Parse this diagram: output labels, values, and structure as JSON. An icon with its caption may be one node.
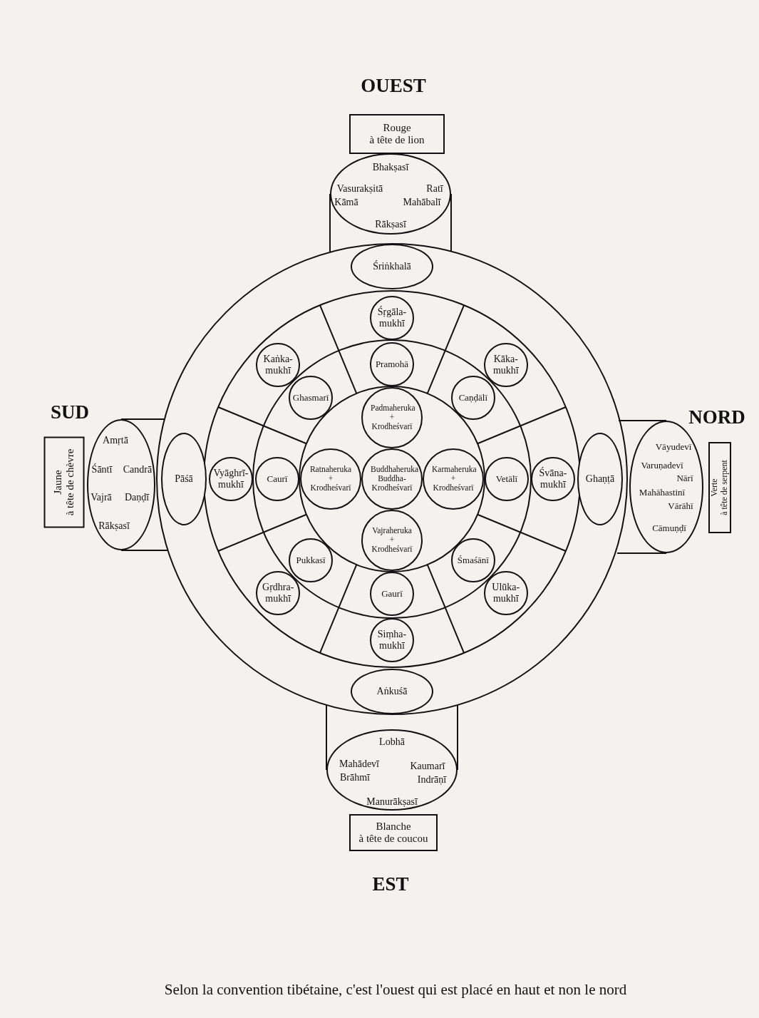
{
  "diagram": {
    "caption": "Selon la convention tibétaine, c'est l'ouest qui est placé en haut et non le nord",
    "nodes": [
      {
        "text": [
          "Rouge à tête de lion"
        ]
      },
      {
        "text": [
          "Bhakṣasī",
          "Vasurakṣitā",
          "Ratī",
          "Kāmā",
          "Mahābalī",
          "Rākṣasī"
        ]
      },
      {
        "text": [
          "Śriṅkhalā"
        ]
      },
      {
        "text": [
          "Śṛgāla- mukhī"
        ]
      },
      {
        "text": [
          "Kaṅka- mukhī"
        ]
      },
      {
        "text": [
          "Pramohā"
        ]
      },
      {
        "text": [
          "Kāka- mukhī"
        ]
      },
      {
        "text": [
          "Ghasmarī"
        ]
      },
      {
        "text": [
          "Caṇḍālī"
        ]
      },
      {
        "text": [
          "Padmaheruka + Krodheśvarī"
        ]
      },
      {
        "text": [
          "Jaune à tête de chèvre"
        ]
      },
      {
        "text": [
          "Amṛtā",
          "Śāntī",
          "Candrā",
          "Vajrā",
          "Daṇḍī",
          "Rākṣasī"
        ]
      },
      {
        "text": [
          "Pāśā"
        ]
      },
      {
        "text": [
          "Vyāghrī- mukhī"
        ]
      },
      {
        "text": [
          "Caurī"
        ]
      },
      {
        "text": [
          "Ratnaheruka + Krodheśvarī"
        ]
      },
      {
        "text": [
          "Buddhaheruka Buddha- Krodheśvarī"
        ]
      },
      {
        "text": [
          "Karmaheruka + Krodheśvarī"
        ]
      },
      {
        "text": [
          "Vetālī"
        ]
      },
      {
        "text": [
          "Śvāna- mukhī"
        ]
      },
      {
        "text": [
          "Ghaṇṭā"
        ]
      },
      {
        "text": [
          "Vāyudevī",
          "Varuṇadevī",
          "Nārī",
          "Mahāhastinī",
          "Vārāhī",
          "Cāmuṇḍī"
        ]
      },
      {
        "text": [
          "Verte à tête de serpent"
        ]
      },
      {
        "text": [
          "Vajraheruka + Krodheśvarī"
        ]
      },
      {
        "text": [
          "Pukkasī"
        ]
      },
      {
        "text": [
          "Śmaśānī"
        ]
      },
      {
        "text": [
          "Gṛdhra- mukhī"
        ]
      },
      {
        "text": [
          "Gaurī"
        ]
      },
      {
        "text": [
          "Ulūka- mukhī"
        ]
      },
      {
        "text": [
          "Siṃha- mukhī"
        ]
      },
      {
        "text": [
          "Aṅkuśā"
        ]
      },
      {
        "text": [
          "Lobhā",
          "Mahādevī",
          "Kaumarī",
          "Brāhmī",
          "Indrāṇī",
          "Manurākṣasī"
        ]
      },
      {
        "text": [
          "Blanche à tête de coucou"
        ]
      }
    ],
    "labels": [
      "OUEST",
      "SUD",
      "NORD",
      "EST"
    ]
  }
}
